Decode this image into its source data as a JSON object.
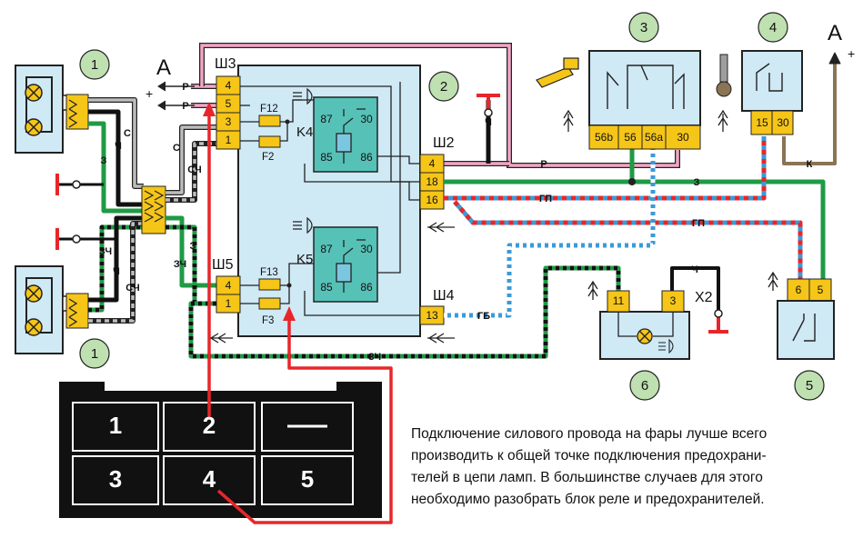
{
  "components": {
    "c1_top": "1",
    "c1_bottom": "1",
    "c2": "2",
    "c3": "3",
    "c4": "4",
    "c5": "5",
    "c6": "6"
  },
  "connectors": {
    "sh3": "Ш3",
    "sh5": "Ш5",
    "sh2": "Ш2",
    "sh4": "Ш4",
    "x2": "X2"
  },
  "arrows": {
    "a_left": "A",
    "a_right": "A",
    "plus": "+"
  },
  "pins": {
    "sh3": [
      "4",
      "5",
      "3",
      "1"
    ],
    "sh5": [
      "4",
      "1"
    ],
    "sh2": [
      "4",
      "18",
      "16"
    ],
    "sh4": [
      "13"
    ],
    "switch3": [
      "56b",
      "56",
      "56a",
      "30"
    ],
    "switch4": [
      "15",
      "30"
    ],
    "relay5": [
      "6",
      "5"
    ],
    "lamp6": [
      "11",
      "3"
    ]
  },
  "fuses": {
    "f12": "F12",
    "f2": "F2",
    "f13": "F13",
    "f3": "F3"
  },
  "relays": {
    "k4": {
      "name": "K4",
      "pins": [
        "87",
        "30",
        "85",
        "86"
      ]
    },
    "k5": {
      "name": "K5",
      "pins": [
        "87",
        "30",
        "85",
        "86"
      ]
    }
  },
  "wire_labels": {
    "r1": "Р",
    "r2": "Р",
    "r_main": "Р",
    "s1": "С",
    "ch1": "Ч",
    "z1": "З",
    "s2": "С",
    "sch1": "СЧ",
    "z2": "З",
    "zch1": "ЗЧ",
    "zch2": "ЗЧ",
    "ch2": "Ч",
    "sch2": "СЧ",
    "ch3": "Ч",
    "z_main": "З",
    "k_main": "К",
    "gp1": "ГП",
    "gp2": "ГП",
    "gb": "ГБ",
    "zch_bottom": "ЗЧ",
    "ch_x2": "Ч"
  },
  "block": {
    "cells": [
      "1",
      "2",
      "",
      "3",
      "4",
      "5"
    ]
  },
  "note": {
    "lines": [
      "Подключение силового провода на фары лучше всего",
      "производить к общей точке подключения предохрани-",
      "телей в цепи ламп. В большинстве случаев для этого",
      "необходимо разобрать блок реле и предохранителей."
    ]
  },
  "colors": {
    "red": "#e8262a",
    "green": "#1f9a45",
    "pink": "#f2a6c6",
    "blue": "#3b9ad8",
    "yellow": "#f5c518",
    "panel": "#cfe9f5",
    "relay": "#56c1b7",
    "circle": "#bfe0b0",
    "brown": "#8b7355"
  }
}
